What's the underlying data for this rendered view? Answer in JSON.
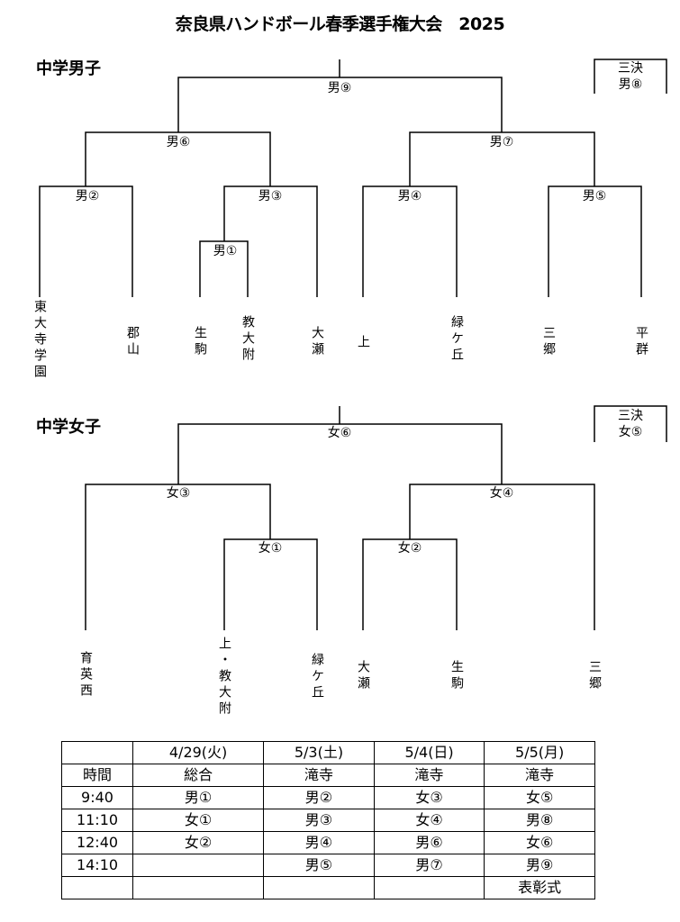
{
  "title": "奈良県ハンドボール春季選手権大会　2025",
  "boys": {
    "heading": "中学男子",
    "matches": {
      "m9": "男⑨",
      "m6": "男⑥",
      "m7": "男⑦",
      "m2": "男②",
      "m3": "男③",
      "m4": "男④",
      "m5": "男⑤",
      "m1": "男①"
    },
    "third_place": {
      "label": "三決",
      "match": "男⑧"
    },
    "teams": [
      "東大寺学園",
      "郡山",
      "生駒",
      "教大附",
      "大瀬",
      "上",
      "緑ケ丘",
      "三郷",
      "平群"
    ]
  },
  "girls": {
    "heading": "中学女子",
    "matches": {
      "m6": "女⑥",
      "m3": "女③",
      "m4": "女④",
      "m1": "女①",
      "m2": "女②"
    },
    "third_place": {
      "label": "三決",
      "match": "女⑤"
    },
    "teams": [
      "育英西",
      "上・教大附",
      "緑ケ丘",
      "大瀬",
      "生駒",
      "三郷"
    ]
  },
  "schedule": {
    "header": [
      "",
      "4/29(火)",
      "5/3(土)",
      "5/4(日)",
      "5/5(月)"
    ],
    "rows": [
      [
        "時間",
        "総合",
        "滝寺",
        "滝寺",
        "滝寺"
      ],
      [
        "9:40",
        "男①",
        "男②",
        "女③",
        "女⑤"
      ],
      [
        "11:10",
        "女①",
        "男③",
        "女④",
        "男⑧"
      ],
      [
        "12:40",
        "女②",
        "男④",
        "男⑥",
        "女⑥"
      ],
      [
        "14:10",
        "",
        "男⑤",
        "男⑦",
        "男⑨"
      ],
      [
        "",
        "",
        "",
        "",
        "表彰式"
      ]
    ]
  }
}
